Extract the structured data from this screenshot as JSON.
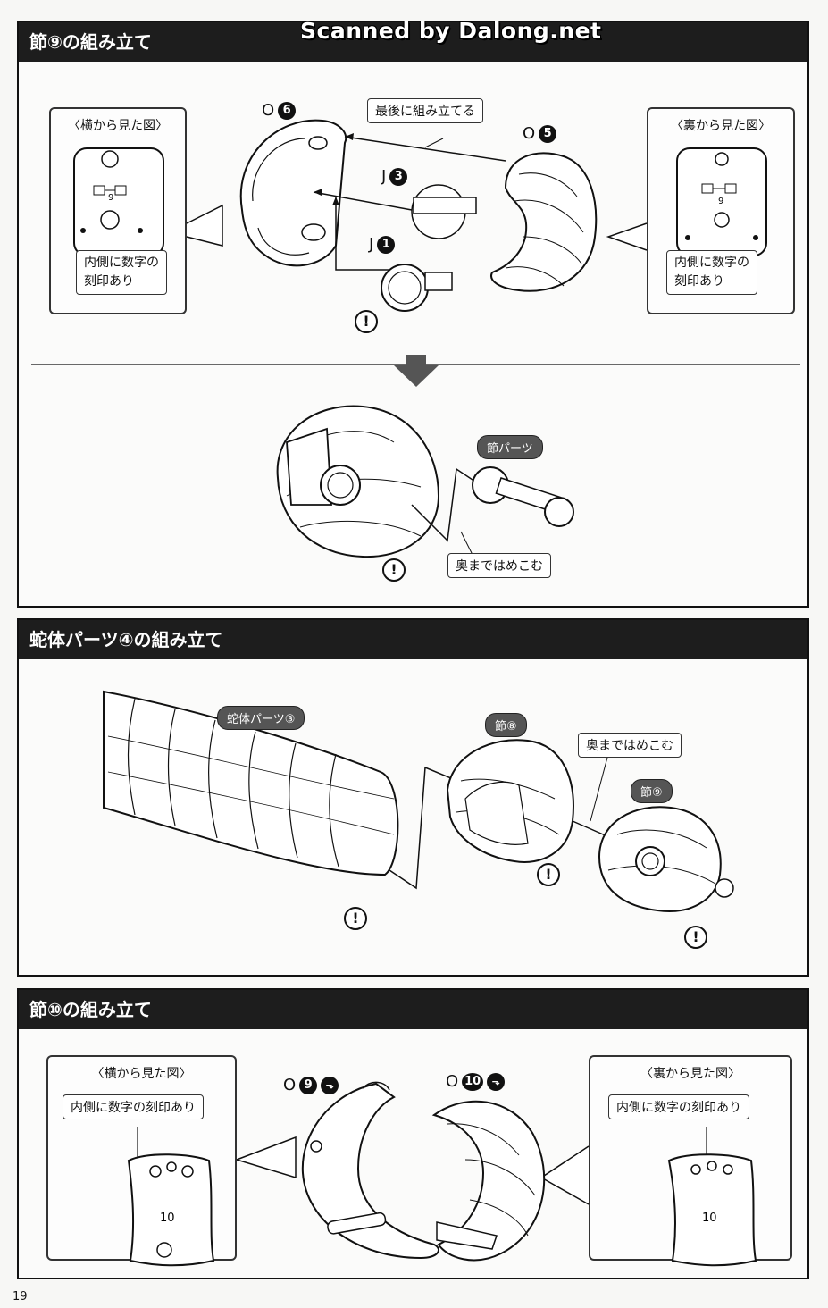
{
  "watermark": "Scanned by Dalong.net",
  "page_number": "19",
  "section1": {
    "title": "節⑨の組み立て",
    "side_view_title": "〈横から見た図〉",
    "back_view_title": "〈裏から見た図〉",
    "engraving_note_left": "内側に数字の\n刻印あり",
    "engraving_note_right": "内側に数字の\n刻印あり",
    "last_assemble_note": "最後に組み立てる",
    "part_O6": {
      "letter": "O",
      "num": "6"
    },
    "part_O5": {
      "letter": "O",
      "num": "5"
    },
    "part_J3": {
      "letter": "J",
      "num": "3"
    },
    "part_J1": {
      "letter": "J",
      "num": "1"
    },
    "joint_label": "節パーツ",
    "push_in_note": "奥まではめこむ",
    "engraved_number": "9"
  },
  "section2": {
    "title": "蛇体パーツ④の組み立て",
    "body_part_label": "蛇体パーツ③",
    "segment8_label": "節⑧",
    "segment9_label": "節⑨",
    "push_in_note": "奥まではめこむ"
  },
  "section3": {
    "title": "節⑩の組み立て",
    "side_view_title": "〈横から見た図〉",
    "back_view_title": "〈裏から見た図〉",
    "engraving_note_left": "内側に数字の刻印あり",
    "engraving_note_right": "内側に数字の刻印あり",
    "part_O9": {
      "letter": "O",
      "num": "9"
    },
    "part_O10": {
      "letter": "O",
      "num": "10"
    },
    "engraved_number": "10"
  },
  "warning_symbol": "!",
  "colors": {
    "header_bg": "#1d1d1d",
    "pill_bg": "#555555"
  }
}
